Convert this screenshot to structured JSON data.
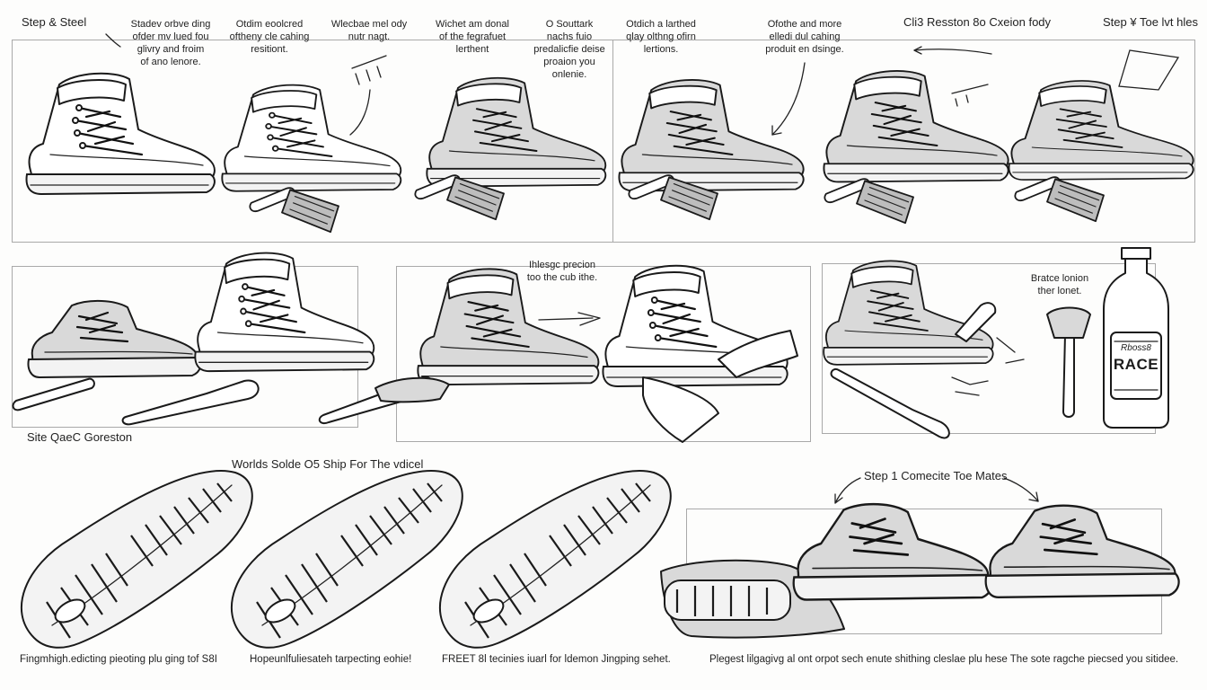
{
  "titles": {
    "top_left": "Step & Steel",
    "top_mid_right": "Cli3 Resston 8o Cxeion fody",
    "top_right": "Step ¥ Toe lvt hles",
    "middle_left": "Site QaeC Goreston",
    "bottom_center": "Worlds Solde O5 Ship For The vdicel",
    "bottom_right": "Step 1 Comecite Toe Mates"
  },
  "notes": {
    "n1": "Stadev orbve ding\nofder mv lued fou\nglivry and froim\nof ano lenore.",
    "n2": "Otdim eoolcred\noftheny cle cahing\nresitiont.",
    "n3": "Wlecbae mel ody\nnutr nagt.",
    "n4": "Wichet am donal\nof the fegrafuet\nlerthent",
    "n5": "O Souttark\nnachs fuio\npredalicfie deise\nproaion you\nonlenie.",
    "n6": "Otdich a larthed\nqlay olthng ofirn\nlertions.",
    "n7": "Ofothe and more\nelledi dul cahing\nproduit en dsinge.",
    "n8": "Ihlesgc precion\ntoo the cub ithe.",
    "n9": "Bratce lonion\nther lonet."
  },
  "bottle": {
    "brand_small": "Rboss8",
    "brand_large": "RACE"
  },
  "captions": {
    "c1": "Fingmhigh.edicting pieoting plu ging tof S8I",
    "c2": "Hopeunlfuliesateh tarpecting eohie!",
    "c3": "FREET 8l tecinies iuarl for ldemon Jingping sehet.",
    "c4": "Plegest lilgagivg al ont orpot sech enute shithing cleslae plu hese The sote ragche piecsed you sitidee."
  }
}
